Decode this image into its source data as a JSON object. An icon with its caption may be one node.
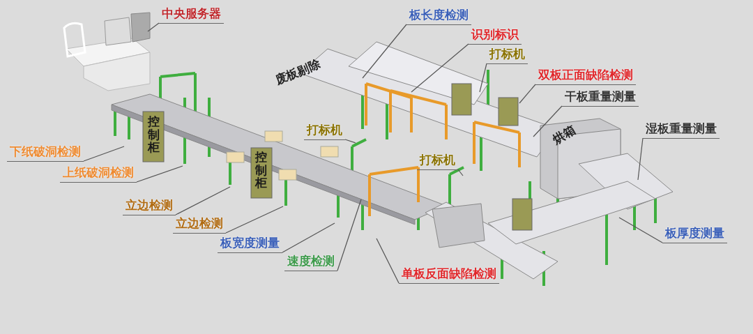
{
  "diagram": {
    "nodes": [
      {
        "text": [
          "中央服务器"
        ]
      },
      {
        "text": [
          "板长度检测"
        ]
      },
      {
        "text": [
          "识别标识"
        ]
      },
      {
        "text": [
          "打标机"
        ]
      },
      {
        "text": [
          "双板正面缺陷检测"
        ]
      },
      {
        "text": [
          "干板重量测量"
        ]
      },
      {
        "text": [
          "湿板重量测量"
        ]
      },
      {
        "text": [
          "打标机"
        ]
      },
      {
        "text": [
          "下纸破洞检测"
        ]
      },
      {
        "text": [
          "打标机"
        ]
      },
      {
        "text": [
          "上纸破洞检测"
        ]
      },
      {
        "text": [
          "立边检测"
        ]
      },
      {
        "text": [
          "立边检测"
        ]
      },
      {
        "text": [
          "板厚度测量"
        ]
      },
      {
        "text": [
          "板宽度测量"
        ]
      },
      {
        "text": [
          "速度检测"
        ]
      },
      {
        "text": [
          "单板反面缺陷检测"
        ]
      }
    ],
    "edges": [
      {
        "from": 0,
        "to": null,
        "arrow": "none"
      },
      {
        "from": 1,
        "to": null,
        "arrow": "none"
      },
      {
        "from": 2,
        "to": null,
        "arrow": "none"
      },
      {
        "from": 3,
        "to": null,
        "arrow": "none"
      },
      {
        "from": 4,
        "to": null,
        "arrow": "none"
      },
      {
        "from": 5,
        "to": null,
        "arrow": "none"
      },
      {
        "from": 6,
        "to": null,
        "arrow": "none"
      },
      {
        "from": 7,
        "to": null,
        "arrow": "none"
      },
      {
        "from": 8,
        "to": null,
        "arrow": "none"
      },
      {
        "from": 9,
        "to": null,
        "arrow": "none"
      },
      {
        "from": 10,
        "to": null,
        "arrow": "none"
      },
      {
        "from": 11,
        "to": null,
        "arrow": "none"
      },
      {
        "from": 12,
        "to": null,
        "arrow": "none"
      },
      {
        "from": 13,
        "to": null,
        "arrow": "none"
      },
      {
        "from": 14,
        "to": null,
        "arrow": "none"
      },
      {
        "from": 15,
        "to": null,
        "arrow": "none"
      },
      {
        "from": 16,
        "to": null,
        "arrow": "none"
      }
    ],
    "labels": [
      "废板剔除",
      "控制柜",
      "烘箱",
      "控制柜"
    ]
  }
}
